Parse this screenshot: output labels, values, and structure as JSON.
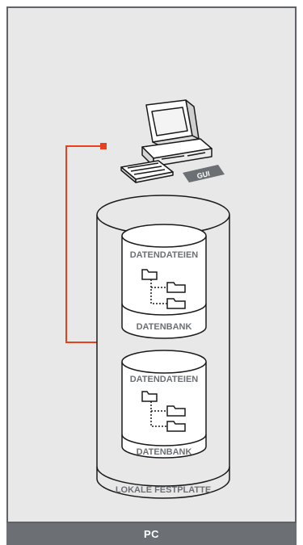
{
  "footer": {
    "label": "PC"
  },
  "computer": {
    "badge": "GUI"
  },
  "storage": {
    "outer_label": "LOKALE FESTPLATTE",
    "databases": [
      {
        "top_label": "DATENDATEIEN",
        "bottom_label": "DATENBANK"
      },
      {
        "top_label": "DATENDATEIEN",
        "bottom_label": "DATENBANK"
      }
    ]
  },
  "colors": {
    "frame_border": "#5f6368",
    "background": "#e8e8e8",
    "footer_bar": "#6c7074",
    "connector": "#e8401c",
    "label_text": "#6c7074"
  }
}
